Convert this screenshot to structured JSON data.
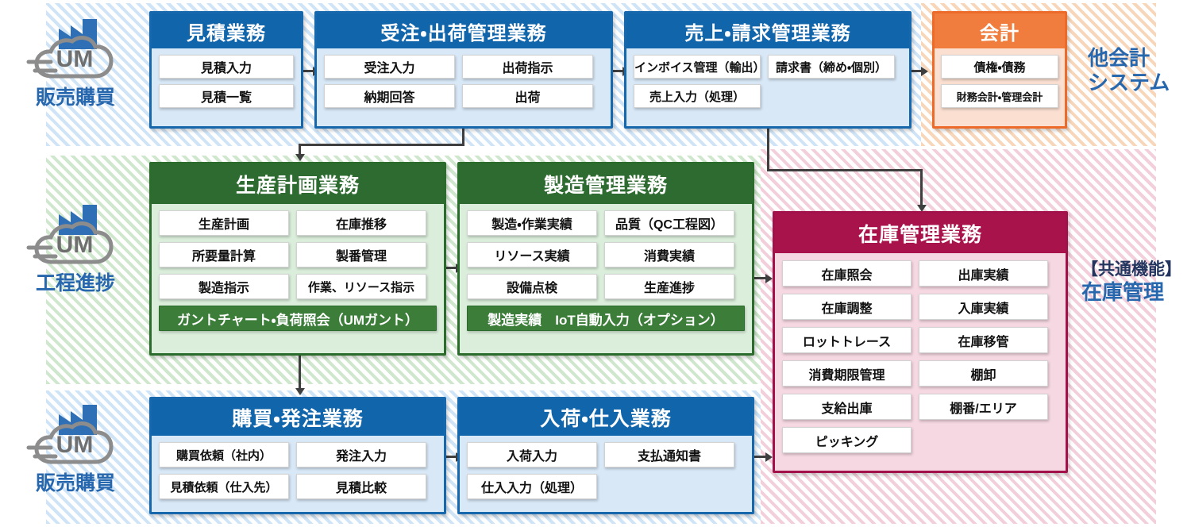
{
  "bands": {
    "sales_top": {
      "color": "#cfe4f7"
    },
    "process": {
      "color": "#cfe7cd"
    },
    "purchase_bottom": {
      "color": "#cfe4f7"
    },
    "accounting": {
      "color": "#f8d6b9"
    },
    "inventory": {
      "color": "#f2cfda"
    }
  },
  "logos": [
    {
      "name": "UM",
      "caption": "販売購買"
    },
    {
      "name": "UM",
      "caption": "工程進捗"
    },
    {
      "name": "UM",
      "caption": "販売購買"
    }
  ],
  "side_labels": [
    {
      "line1": "他会計",
      "line2": "システム"
    },
    {
      "line1": "【共通機能】",
      "line2": "在庫管理"
    }
  ],
  "cards": [
    {
      "id": "quotation",
      "theme": "blue",
      "title": "見積業務",
      "columns": 1,
      "items": [
        "見積入力",
        "見積一覧"
      ]
    },
    {
      "id": "order-shipping",
      "theme": "blue",
      "title": "受注・出荷管理業務",
      "columns": 2,
      "items": [
        "受注入力",
        "出荷指示",
        "納期回答",
        "出荷"
      ]
    },
    {
      "id": "sales-billing",
      "theme": "blue",
      "title": "売上・請求管理業務",
      "columns": 2,
      "items": [
        "インボイス管理（輸出）",
        "請求書（締め・個別）",
        "売上入力（処理）"
      ]
    },
    {
      "id": "accounting",
      "theme": "orange",
      "title": "会計",
      "columns": 1,
      "items": [
        "債権・債務",
        "財務会計・管理会計"
      ]
    },
    {
      "id": "production-planning",
      "theme": "green",
      "title": "生産計画業務",
      "columns": 2,
      "items": [
        "生産計画",
        "在庫推移",
        "所要量計算",
        "製番管理",
        "製造指示",
        "作業、リソース指示"
      ],
      "banner": "ガントチャート・負荷照会（UMガント）"
    },
    {
      "id": "manufacturing",
      "theme": "green",
      "title": "製造管理業務",
      "columns": 2,
      "items": [
        "製造・作業実績",
        "品質（QC工程図）",
        "リソース実績",
        "消費実績",
        "設備点検",
        "生産進捗"
      ],
      "banner": "製造実績　IoT自動入力（オプション）"
    },
    {
      "id": "inventory",
      "theme": "magenta",
      "title": "在庫管理業務",
      "columns": 2,
      "items": [
        "在庫照会",
        "出庫実績",
        "在庫調整",
        "入庫実績",
        "ロットトレース",
        "在庫移管",
        "消費期限管理",
        "棚卸",
        "支給出庫",
        "棚番/エリア",
        "ピッキング"
      ]
    },
    {
      "id": "purchasing",
      "theme": "blue",
      "title": "購買・発注業務",
      "columns": 2,
      "items": [
        "購買依頼（社内）",
        "発注入力",
        "見積依頼（仕入先）",
        "見積比較"
      ]
    },
    {
      "id": "receiving",
      "theme": "blue",
      "title": "入荷・仕入業務",
      "columns": 2,
      "items": [
        "入荷入力",
        "支払通知書",
        "仕入入力（処理）"
      ]
    }
  ],
  "colors": {
    "blue_border": "#1767ad",
    "blue_header": "#1165ab",
    "orange_border": "#ec6a2a",
    "orange_header": "#f07c3e",
    "green_border": "#2b6b2c",
    "green_header": "#2e6b30",
    "magenta_border": "#a3114a",
    "magenta_header": "#a9134b",
    "brand_text": "#2767ae",
    "connector": "#3f3f3f"
  }
}
